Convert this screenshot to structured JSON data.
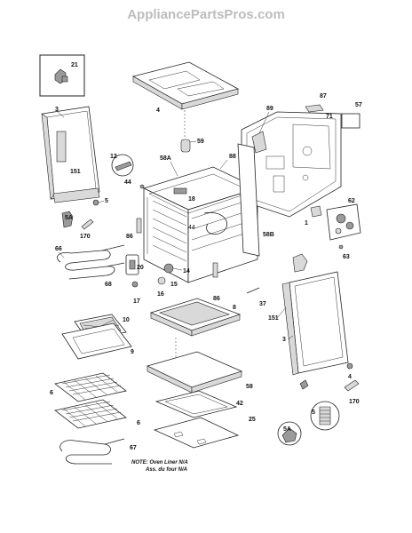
{
  "watermark": "AppliancePartsPros.com",
  "callouts": {
    "c21": "21",
    "c3_left": "3",
    "c151_left": "151",
    "c5_left": "5",
    "c5a_left": "5A",
    "c170_left": "170",
    "c66": "66",
    "c68": "68",
    "c4": "4",
    "c59": "59",
    "c12": "12",
    "c44_top": "44",
    "c58a": "58A",
    "c88": "88",
    "c18": "18",
    "c44_mid": "44",
    "c86_left": "86",
    "c89": "89",
    "c87": "87",
    "c71": "71",
    "c57": "57",
    "c62": "62",
    "c1": "1",
    "c58b": "58B",
    "c63": "63",
    "c20": "20",
    "c14": "14",
    "c15": "15",
    "c16": "16",
    "c17": "17",
    "c86_right": "86",
    "c37": "37",
    "c151_right": "151",
    "c3_right": "3",
    "c10": "10",
    "c9": "9",
    "c8": "8",
    "c6_top": "6",
    "c6_bottom": "6",
    "c58": "58",
    "c42": "42",
    "c25": "25",
    "c67": "67",
    "c4_right": "4",
    "c5a_right": "5A",
    "c5_right": "5",
    "c170_right": "170"
  },
  "note": {
    "line1": "NOTE: Oven Liner N/A",
    "line2": "Ass. du four N/A"
  }
}
